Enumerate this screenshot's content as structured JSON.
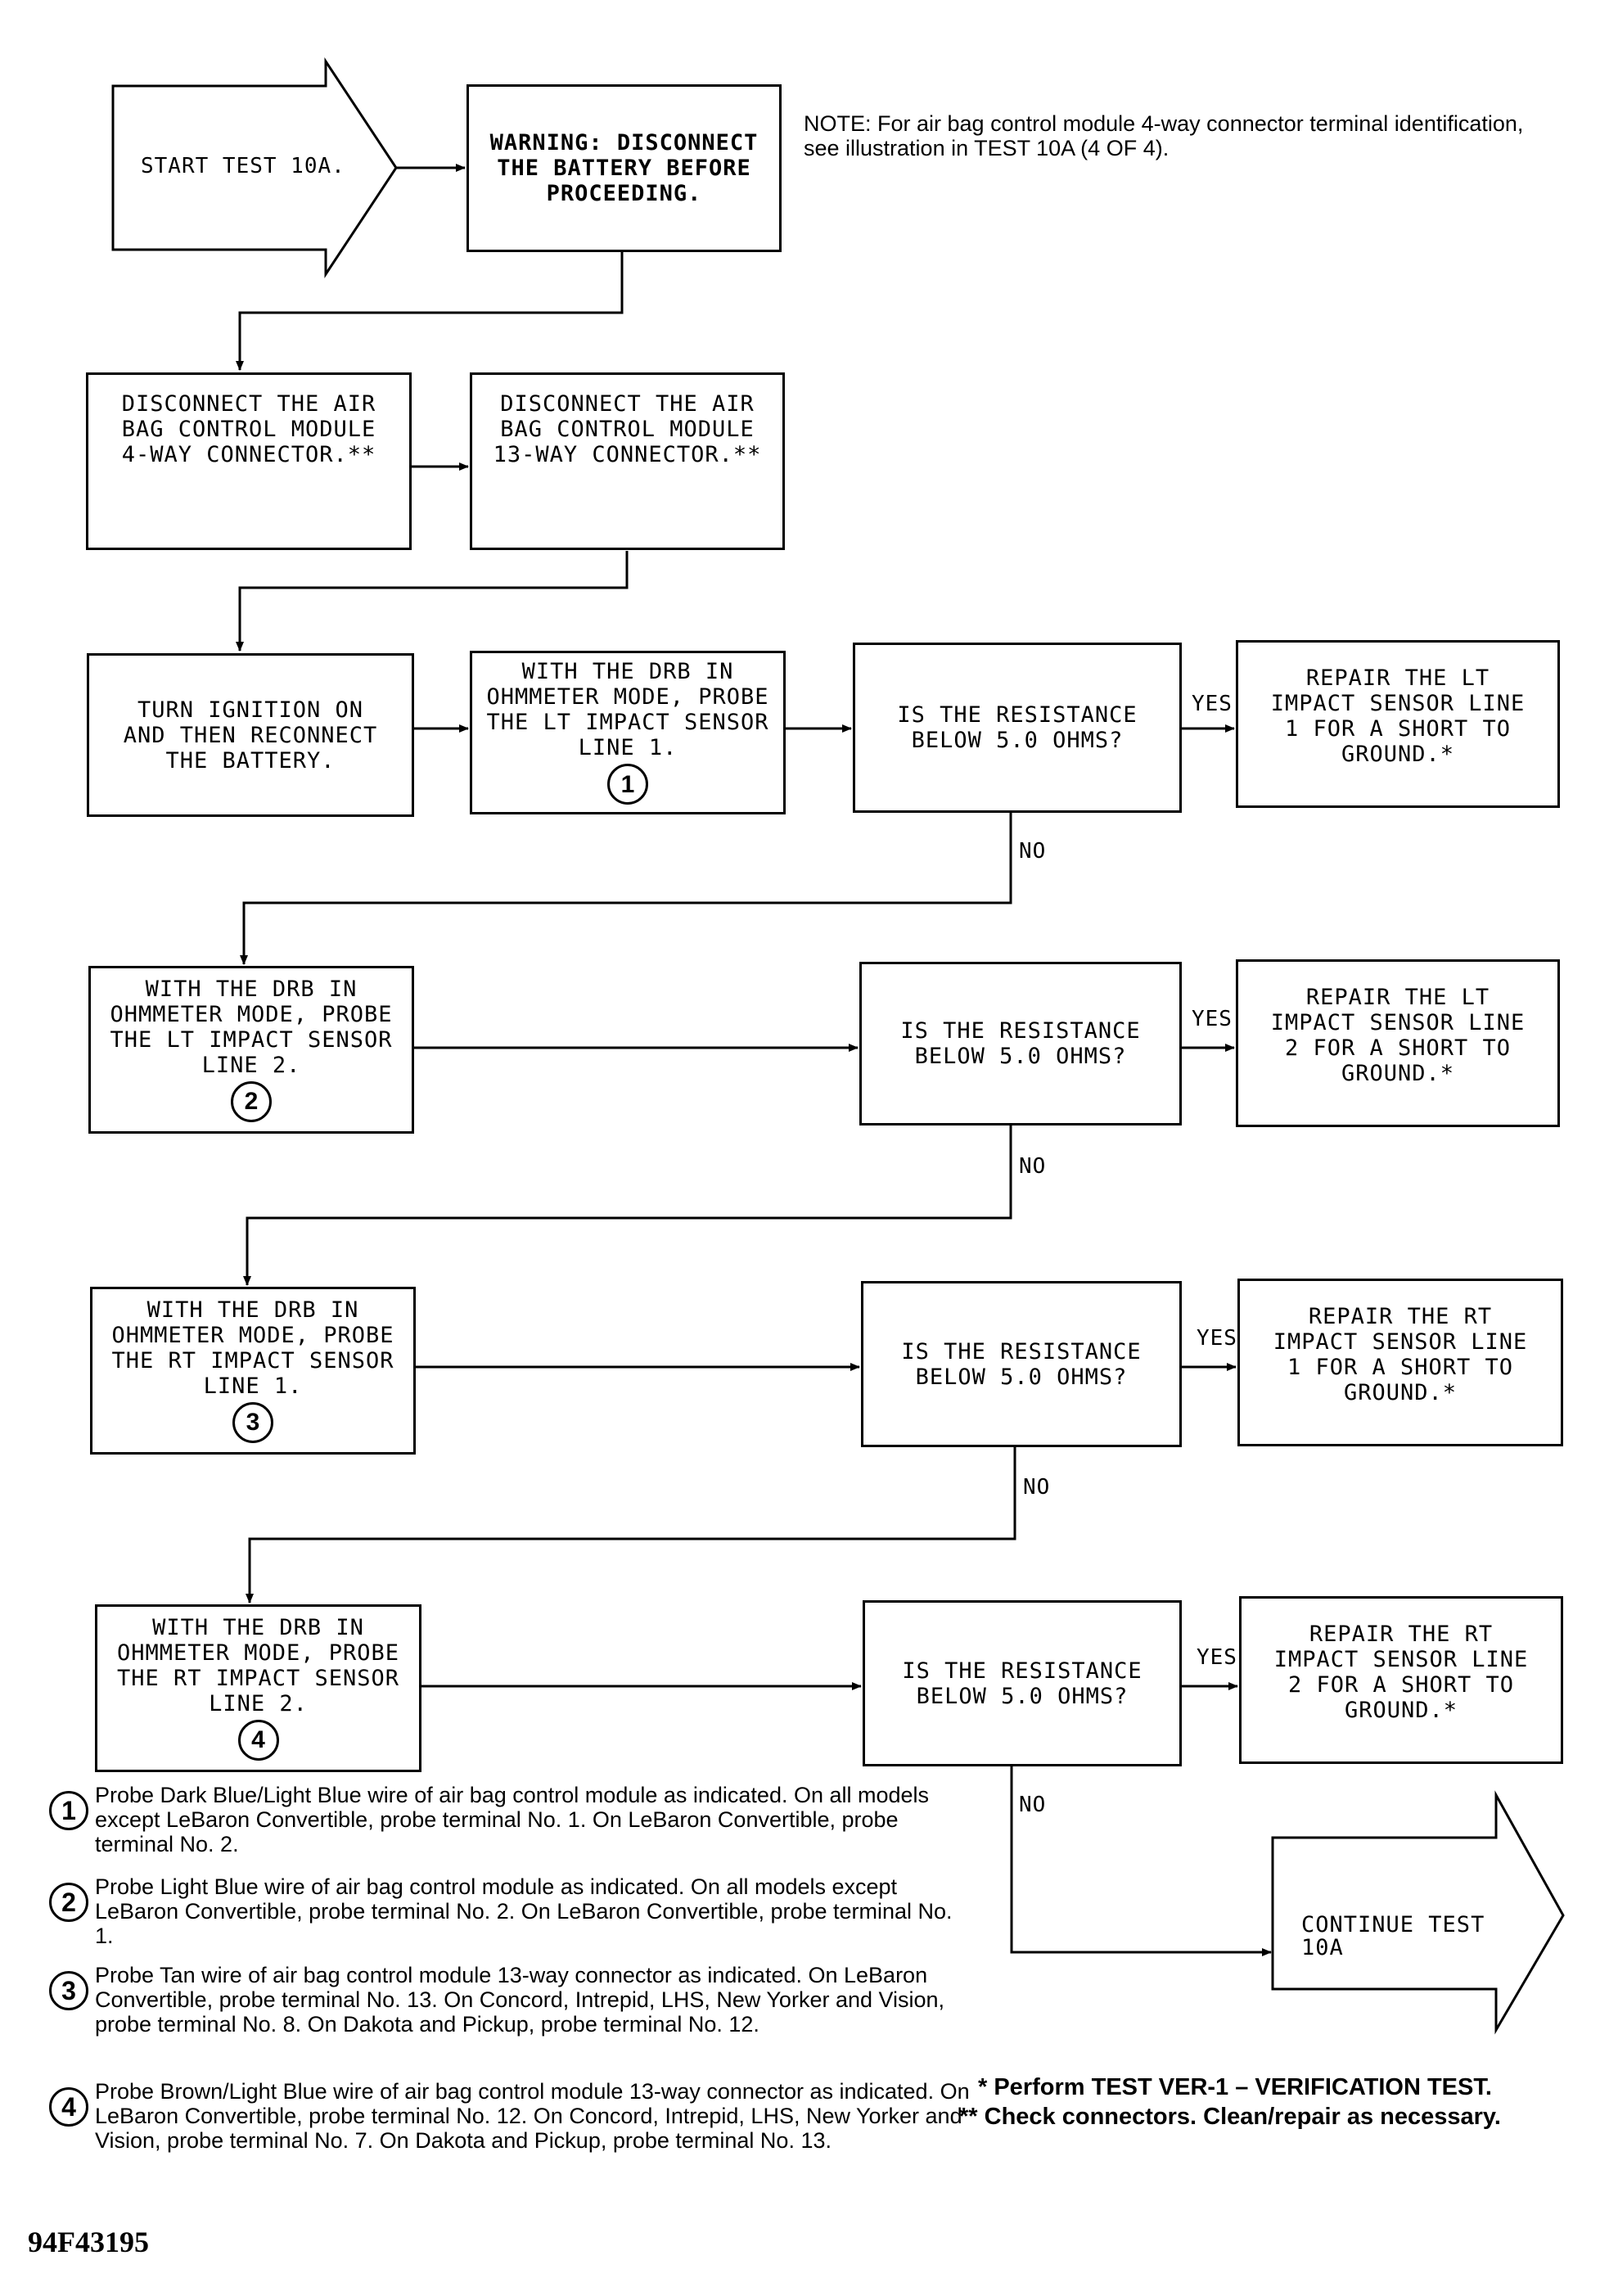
{
  "start": {
    "label": "START TEST 10A."
  },
  "warning": {
    "text": "WARNING:  DISCONNECT\nTHE BATTERY BEFORE\nPROCEEDING."
  },
  "note": "NOTE: For air bag control module 4-way connector terminal identification, see illustration in TEST 10A (4 OF 4).",
  "step_disconnect_4way": "DISCONNECT THE AIR\nBAG CONTROL MODULE\n4-WAY CONNECTOR.**",
  "step_disconnect_13way": "DISCONNECT THE AIR\nBAG CONTROL MODULE\n13-WAY CONNECTOR.**",
  "step_ignition": "TURN IGNITION ON\nAND THEN RECONNECT\nTHE BATTERY.",
  "probes": [
    {
      "text": "WITH THE DRB IN\nOHMMETER MODE, PROBE\nTHE LT IMPACT SENSOR\nLINE 1.",
      "num": "1"
    },
    {
      "text": "WITH THE DRB IN\nOHMMETER MODE, PROBE\nTHE LT IMPACT SENSOR\nLINE 2.",
      "num": "2"
    },
    {
      "text": "WITH THE DRB IN\nOHMMETER MODE, PROBE\nTHE RT IMPACT SENSOR\nLINE 1.",
      "num": "3"
    },
    {
      "text": "WITH THE DRB IN\nOHMMETER MODE, PROBE\nTHE RT IMPACT SENSOR\nLINE 2.",
      "num": "4"
    }
  ],
  "questions": [
    "IS THE RESISTANCE\nBELOW 5.0 OHMS?",
    "IS THE RESISTANCE\nBELOW 5.0 OHMS?",
    "IS THE RESISTANCE\nBELOW 5.0 OHMS?",
    "IS THE RESISTANCE\nBELOW 5.0 OHMS?"
  ],
  "repairs": [
    "REPAIR THE LT\nIMPACT SENSOR LINE\n1 FOR A SHORT TO\nGROUND.*",
    "REPAIR THE LT\nIMPACT SENSOR LINE\n2 FOR A SHORT TO\nGROUND.*",
    "REPAIR THE RT\nIMPACT SENSOR LINE\n1 FOR A SHORT TO\nGROUND.*",
    "REPAIR THE RT\nIMPACT SENSOR LINE\n2 FOR A SHORT TO\nGROUND.*"
  ],
  "yes_label": "YES",
  "no_label": "NO",
  "continue": {
    "label": "CONTINUE TEST\n10A"
  },
  "footnotes": [
    {
      "num": "1",
      "text": "Probe Dark Blue/Light Blue wire of air bag control module as indicated. On all models except LeBaron Convertible, probe terminal No. 1. On LeBaron Convertible, probe terminal No. 2."
    },
    {
      "num": "2",
      "text": "Probe Light Blue wire of air bag control module as indicated. On all models except LeBaron Convertible, probe terminal No. 2. On LeBaron Convertible, probe terminal No. 1."
    },
    {
      "num": "3",
      "text": "Probe Tan wire of air bag control module 13-way connector as indicated. On LeBaron Convertible, probe terminal No. 13. On Concord, Intrepid, LHS, New Yorker and Vision, probe terminal No. 8. On Dakota and Pickup, probe terminal No. 12."
    },
    {
      "num": "4",
      "text": "Probe Brown/Light Blue wire of air bag control module 13-way connector as indicated. On LeBaron Convertible, probe terminal No. 12. On Concord, Intrepid, LHS, New Yorker and Vision, probe terminal No. 7. On Dakota and Pickup, probe terminal No. 13."
    }
  ],
  "legend": [
    "* Perform TEST VER-1 – VERIFICATION TEST.",
    "** Check connectors. Clean/repair as necessary."
  ],
  "figure_id": "94F43195"
}
